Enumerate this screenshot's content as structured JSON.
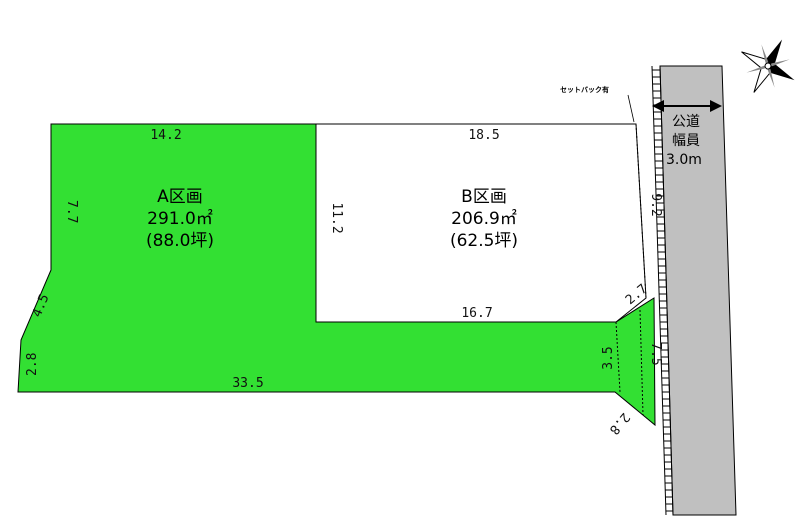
{
  "colors": {
    "lot_a_fill": "#33e033",
    "lot_b_fill": "#ffffff",
    "road_fill": "#c0c0c0",
    "outline": "#000000"
  },
  "lot_a": {
    "name": "A区画",
    "area": "291.0㎡",
    "tsubo": "(88.0坪)"
  },
  "lot_b": {
    "name": "B区画",
    "area": "206.9㎡",
    "tsubo": "(62.5坪)"
  },
  "road": {
    "line1": "公道",
    "line2": "幅員",
    "line3": "3.0m"
  },
  "setback_label": "セットバック有",
  "dimensions": {
    "a_top": "14.2",
    "b_top": "18.5",
    "a_left": "7.7",
    "a_diag": "4.5",
    "a_short": "2.8",
    "bottom": "33.5",
    "b_left": "11.2",
    "b_bottom": "16.7",
    "b_right": "9.2",
    "corner_top": "2.7",
    "strip": "3.5",
    "frontage": "7.5",
    "corner_bottom": "2.8"
  },
  "compass_icon": "compass-rose"
}
